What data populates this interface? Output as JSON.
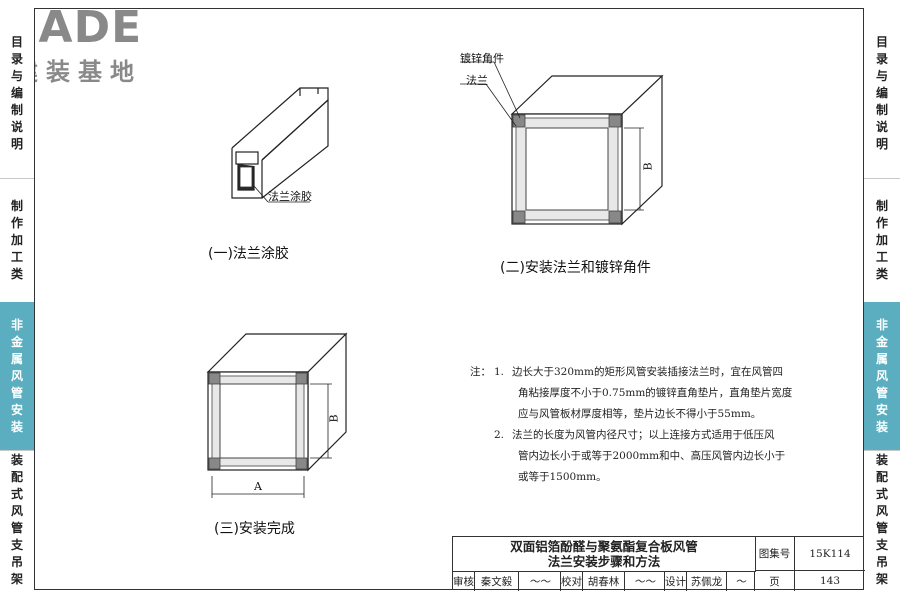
{
  "logo": {
    "brand": "BADE",
    "subtitle": "建装基地"
  },
  "left_sidebar": {
    "tabs": [
      {
        "label": "目录与编制说明"
      },
      {
        "label": "制作加工类"
      },
      {
        "label": "非金属风管安装",
        "active": true
      },
      {
        "label": "装配式风管支吊架"
      }
    ]
  },
  "right_sidebar": {
    "tabs": [
      {
        "label": "目录与编制说明"
      },
      {
        "label": "制作加工类"
      },
      {
        "label": "非金属风管安装",
        "active": true
      },
      {
        "label": "装配式风管支吊架"
      }
    ]
  },
  "figures": {
    "fig1": {
      "caption": "(一)法兰涂胶",
      "callout": "法兰涂胶"
    },
    "fig2": {
      "caption": "(二)安装法兰和镀锌角件",
      "callout_corner": "镀锌角件",
      "callout_flange": "法兰",
      "dim_b": "B"
    },
    "fig3": {
      "caption": "(三)安装完成",
      "dim_a": "A",
      "dim_b": "B"
    }
  },
  "notes": {
    "prefix": "注：",
    "items": [
      {
        "num": "1.",
        "lines": [
          "边长大于320mm的矩形风管安装插接法兰时，宜在风管四",
          "角粘接厚度不小于0.75mm的镀锌直角垫片，直角垫片宽度",
          "应与风管板材厚度相等，垫片边长不得小于55mm。"
        ]
      },
      {
        "num": "2.",
        "lines": [
          "法兰的长度为风管内径尺寸；以上连接方式适用于低压风",
          "管内边长小于或等于2000mm和中、高压风管内边长小于",
          "或等于1500mm。"
        ]
      }
    ]
  },
  "title_block": {
    "title_line1": "双面铝箔酚醛与聚氨酯复合板风管",
    "title_line2": "法兰安装步骤和方法",
    "atlas_label": "图集号",
    "atlas_value": "15K114",
    "page_label": "页",
    "page_value": "143",
    "review_label": "审核",
    "review_name": "秦文毅",
    "check_label": "校对",
    "check_name": "胡春林",
    "design_label": "设计",
    "design_name": "苏佩龙"
  }
}
